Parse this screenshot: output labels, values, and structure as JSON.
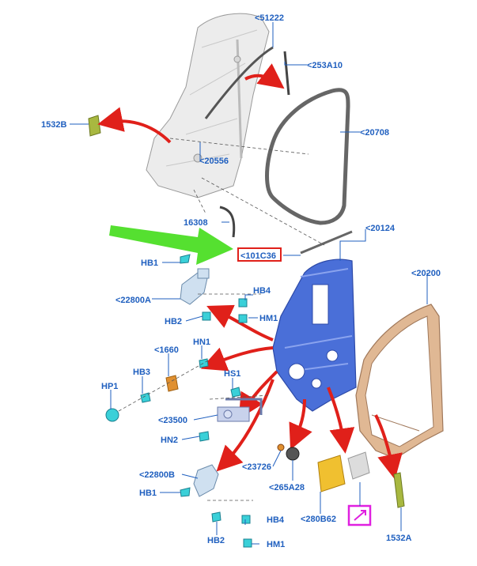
{
  "labels": {
    "p51222": "<51222",
    "p253A10": "<253A10",
    "p20708": "<20708",
    "p1532B": "1532B",
    "p20556": "<20556",
    "p16308": "16308",
    "p20124": "<20124",
    "p101C36": "<101C36",
    "p20200": "<20200",
    "hb1_top": "HB1",
    "p22800A": "<22800A",
    "hb4_top": "HB4",
    "hb2_top": "HB2",
    "hm1_top": "HM1",
    "hn1": "HN1",
    "p1660": "<1660",
    "hb3": "HB3",
    "hs1": "HS1",
    "hp1": "HP1",
    "p23500": "<23500",
    "hn2": "HN2",
    "p23726": "<23726",
    "p265A28": "<265A28",
    "p22800B": "<22800B",
    "hb1_bot": "HB1",
    "p280B62": "<280B62",
    "hb4_bot": "HB4",
    "hb2_bot": "HB2",
    "hm1_bot": "HM1",
    "p1532A": "1532A"
  },
  "colors": {
    "label_blue": "#1f5fbf",
    "door_blue": "#4a6fd8",
    "door_copper": "#e0b894",
    "red_arrow": "#e0201a",
    "green_arrow": "#55e030",
    "highlight_red": "#e0201a",
    "highlight_magenta": "#e020e0",
    "bracket_green": "#a8b840",
    "clip_cyan": "#3ad0d8",
    "check_orange": "#e09030",
    "pad_yellow": "#f0c030"
  }
}
